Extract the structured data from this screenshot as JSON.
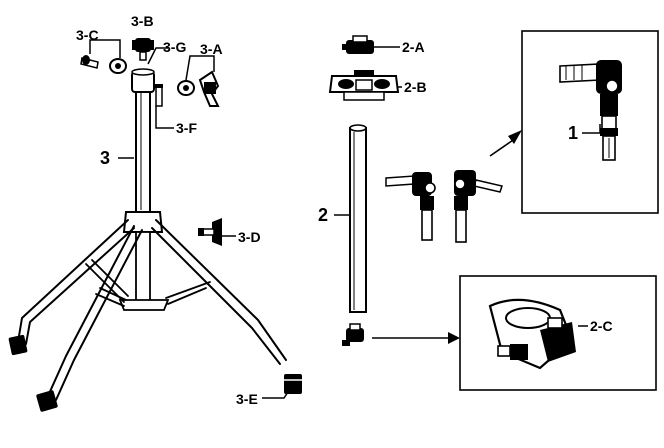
{
  "colors": {
    "ink": "#000000",
    "paper": "#ffffff"
  },
  "labels": {
    "p3b": "3-B",
    "p3c": "3-C",
    "p3g": "3-G",
    "p3a": "3-A",
    "p3f": "3-F",
    "p3": "3",
    "p3d": "3-D",
    "p3e": "3-E",
    "p2a": "2-A",
    "p2b": "2-B",
    "p2": "2",
    "p1": "1",
    "p2c": "2-C"
  }
}
